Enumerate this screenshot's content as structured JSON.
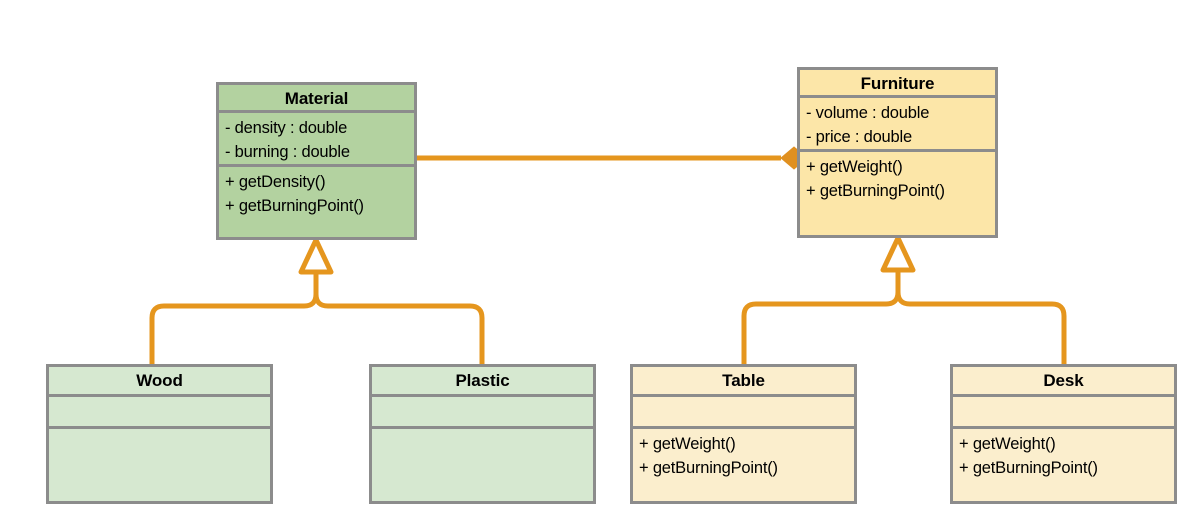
{
  "diagram": {
    "kind": "uml-class-diagram",
    "colors": {
      "connector": "#e5961e",
      "border": "#8c8c8c",
      "material_fill": "#b3d2a0",
      "subclass_green_fill": "#d6e8d0",
      "furniture_fill": "#fce6a8",
      "subclass_yellow_fill": "#fbeecd",
      "text": "#000000",
      "background": "#ffffff",
      "triangle_fill": "#ffffff"
    },
    "classes": [
      {
        "id": "material",
        "name": "Material",
        "attributes": [
          "- density : double",
          "- burning : double"
        ],
        "operations": [
          "+ getDensity()",
          "+ getBurningPoint()"
        ]
      },
      {
        "id": "furniture",
        "name": "Furniture",
        "attributes": [
          "- volume : double",
          "- price : double"
        ],
        "operations": [
          "+ getWeight()",
          "+ getBurningPoint()"
        ]
      },
      {
        "id": "wood",
        "name": "Wood",
        "attributes": [],
        "operations": []
      },
      {
        "id": "plastic",
        "name": "Plastic",
        "attributes": [],
        "operations": []
      },
      {
        "id": "table",
        "name": "Table",
        "attributes": [],
        "operations": [
          "+ getWeight()",
          "+ getBurningPoint()"
        ]
      },
      {
        "id": "desk",
        "name": "Desk",
        "attributes": [],
        "operations": [
          "+ getWeight()",
          "+ getBurningPoint()"
        ]
      }
    ],
    "relationships": [
      {
        "id": "material-furniture",
        "type": "composition",
        "from": "material",
        "to": "furniture",
        "marker": "filled-diamond"
      },
      {
        "id": "wood-material",
        "type": "generalization",
        "from": "wood",
        "to": "material",
        "marker": "hollow-triangle"
      },
      {
        "id": "plastic-material",
        "type": "generalization",
        "from": "plastic",
        "to": "material",
        "marker": "hollow-triangle"
      },
      {
        "id": "table-furniture",
        "type": "generalization",
        "from": "table",
        "to": "furniture",
        "marker": "hollow-triangle"
      },
      {
        "id": "desk-furniture",
        "type": "generalization",
        "from": "desk",
        "to": "furniture",
        "marker": "hollow-triangle"
      }
    ]
  }
}
